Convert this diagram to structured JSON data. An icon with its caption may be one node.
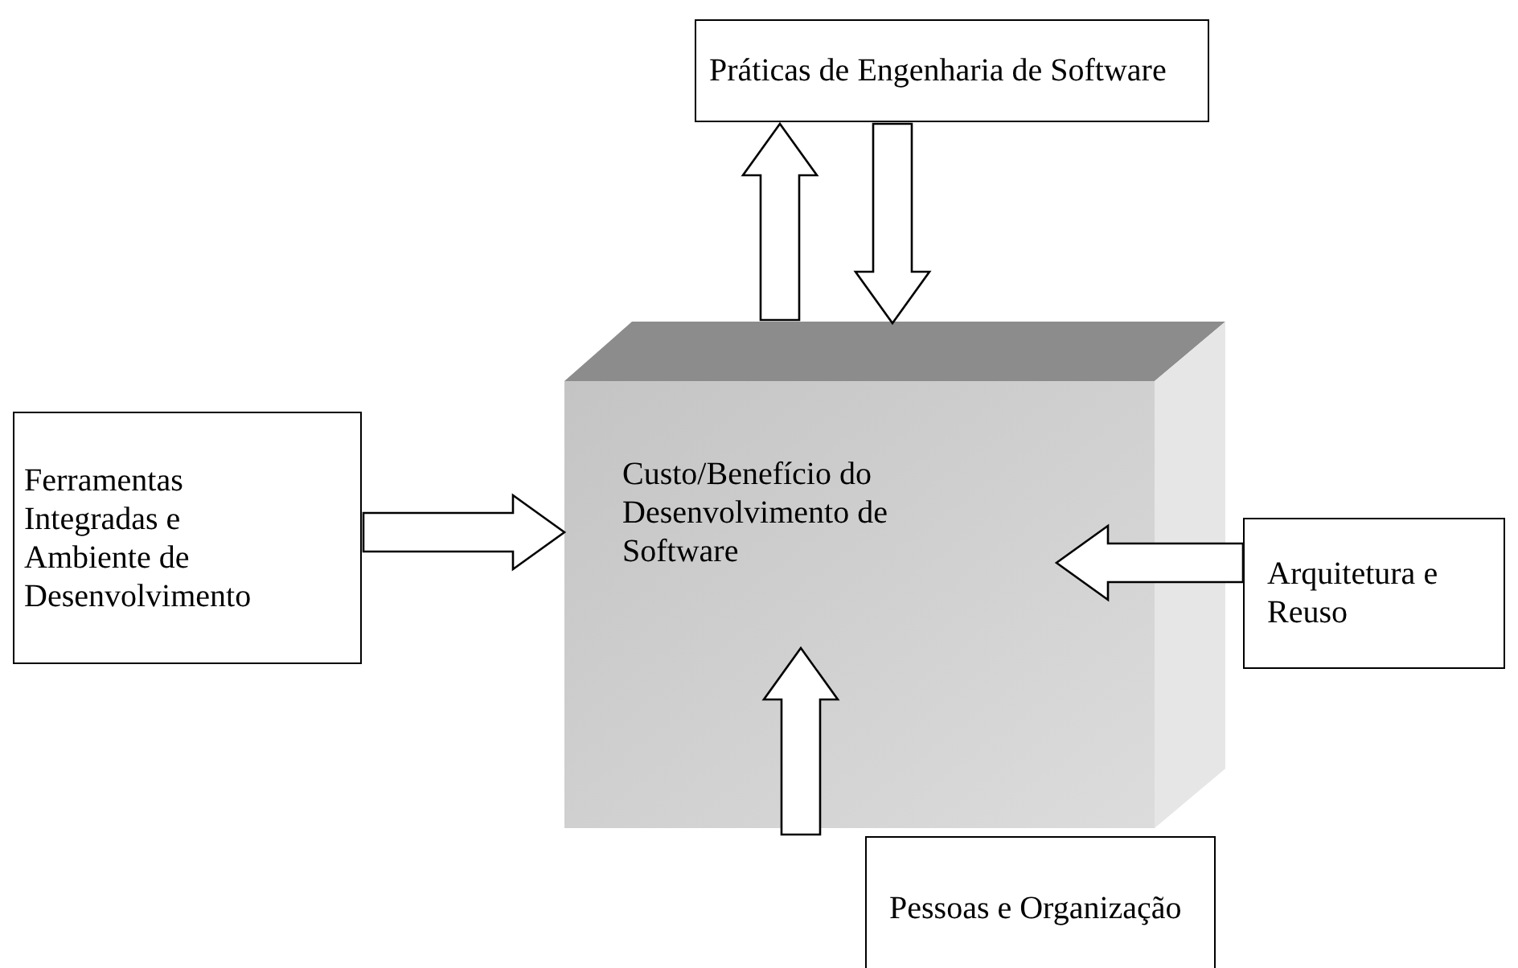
{
  "diagram": {
    "nodes": [
      {
        "text": [
          "Práticas de Engenharia de Software"
        ]
      },
      {
        "text": [
          "Ferramentas Integradas e Ambiente de Desenvolvimento"
        ]
      },
      {
        "text": [
          "Custo/Benefício do Desenvolvimento de Software"
        ]
      },
      {
        "text": [
          "Arquitetura e Reuso"
        ]
      },
      {
        "text": [
          "Pessoas e Organização"
        ]
      }
    ],
    "edges": [
      {
        "from": 2,
        "to": 0,
        "arrow": "to"
      },
      {
        "from": 0,
        "to": 2,
        "arrow": "to"
      },
      {
        "from": 1,
        "to": 2,
        "arrow": "to"
      },
      {
        "from": 3,
        "to": 2,
        "arrow": "to"
      },
      {
        "from": 4,
        "to": 2,
        "arrow": "to"
      }
    ]
  }
}
